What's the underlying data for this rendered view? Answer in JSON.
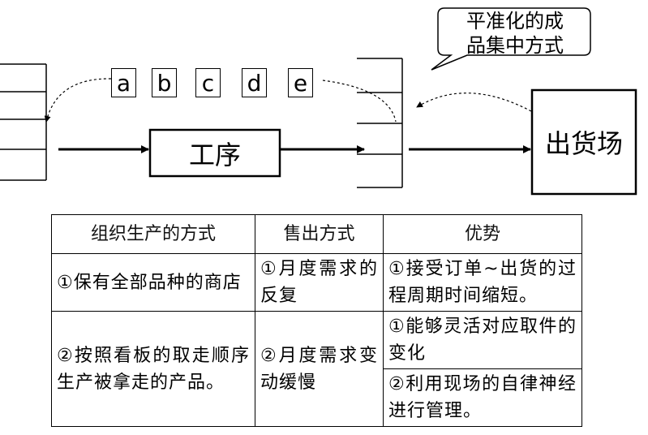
{
  "diagram": {
    "callout_line1": "平准化的成",
    "callout_line2": "品集中方式",
    "process_label": "工序",
    "shipping_label": "出货场",
    "cards": [
      "a",
      "b",
      "c",
      "d",
      "e"
    ]
  },
  "table": {
    "headers": [
      "组织生产的方式",
      "售出方式",
      "优势"
    ],
    "row1": {
      "method": "①保有全部品种的商店",
      "sales": "①月度需求的反复",
      "advantage": "①接受订单~出货的过程周期时间缩短。"
    },
    "row2": {
      "method": "②按照看板的取走顺序生产被拿走的产品。",
      "sales": "②月度需求变动缓慢",
      "advantage_a": "①能够灵活对应取件的变化",
      "advantage_b": "②利用现场的自律神经进行管理。"
    }
  }
}
